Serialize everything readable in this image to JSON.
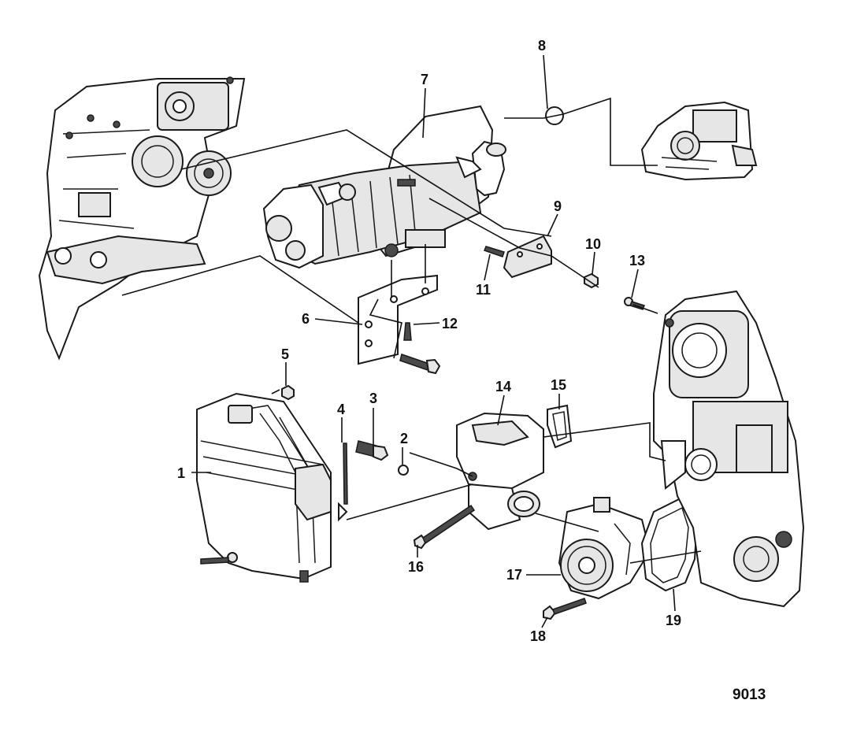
{
  "figure_number": "9013",
  "callouts": [
    {
      "id": "1",
      "label": "1"
    },
    {
      "id": "2",
      "label": "2"
    },
    {
      "id": "3",
      "label": "3"
    },
    {
      "id": "4",
      "label": "4"
    },
    {
      "id": "5",
      "label": "5"
    },
    {
      "id": "6",
      "label": "6"
    },
    {
      "id": "7",
      "label": "7"
    },
    {
      "id": "8",
      "label": "8"
    },
    {
      "id": "9",
      "label": "9"
    },
    {
      "id": "10",
      "label": "10"
    },
    {
      "id": "11",
      "label": "11"
    },
    {
      "id": "12",
      "label": "12"
    },
    {
      "id": "13",
      "label": "13"
    },
    {
      "id": "14",
      "label": "14"
    },
    {
      "id": "15",
      "label": "15"
    },
    {
      "id": "16",
      "label": "16"
    },
    {
      "id": "17",
      "label": "17"
    },
    {
      "id": "18",
      "label": "18"
    },
    {
      "id": "19",
      "label": "19"
    }
  ]
}
